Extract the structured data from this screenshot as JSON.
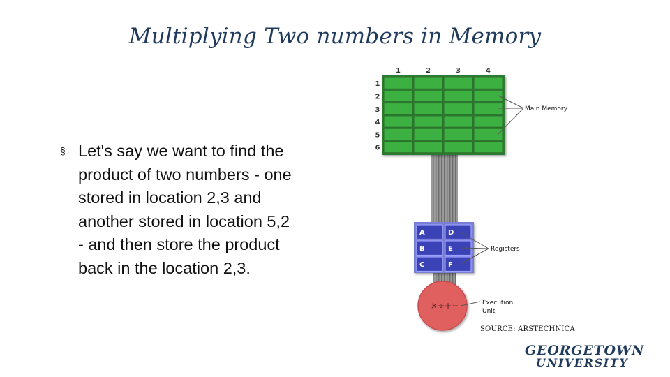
{
  "slide": {
    "title": "Multiplying Two numbers in Memory",
    "bullet_marker": "§",
    "bullet_text": "Let's say we want to find the\nproduct of two numbers - one\nstored in location 2,3 and\nanother stored in location 5,2\n- and then store the product\nback in the location 2,3."
  },
  "diagram": {
    "column_labels": [
      "1",
      "2",
      "3",
      "4"
    ],
    "row_labels": [
      "1",
      "2",
      "3",
      "4",
      "5",
      "6"
    ],
    "main_memory_label": "Main Memory",
    "registers": [
      "A",
      "D",
      "B",
      "E",
      "C",
      "F"
    ],
    "registers_label": "Registers",
    "execution_symbols": "×÷+−",
    "execution_label_line1": "Execution",
    "execution_label_line2": "Unit",
    "colors": {
      "memory_fill": "#3cb043",
      "memory_border": "#2a6e2c",
      "bus": "#8c8c8c",
      "register_panel": "#7a7fd6",
      "register_cell": "#3b42b5",
      "execution_unit": "#e06060"
    }
  },
  "source": "SOURCE: ARSTECHNICA",
  "logo": {
    "line1": "GEORGETOWN",
    "line2": "UNIVERSITY"
  }
}
